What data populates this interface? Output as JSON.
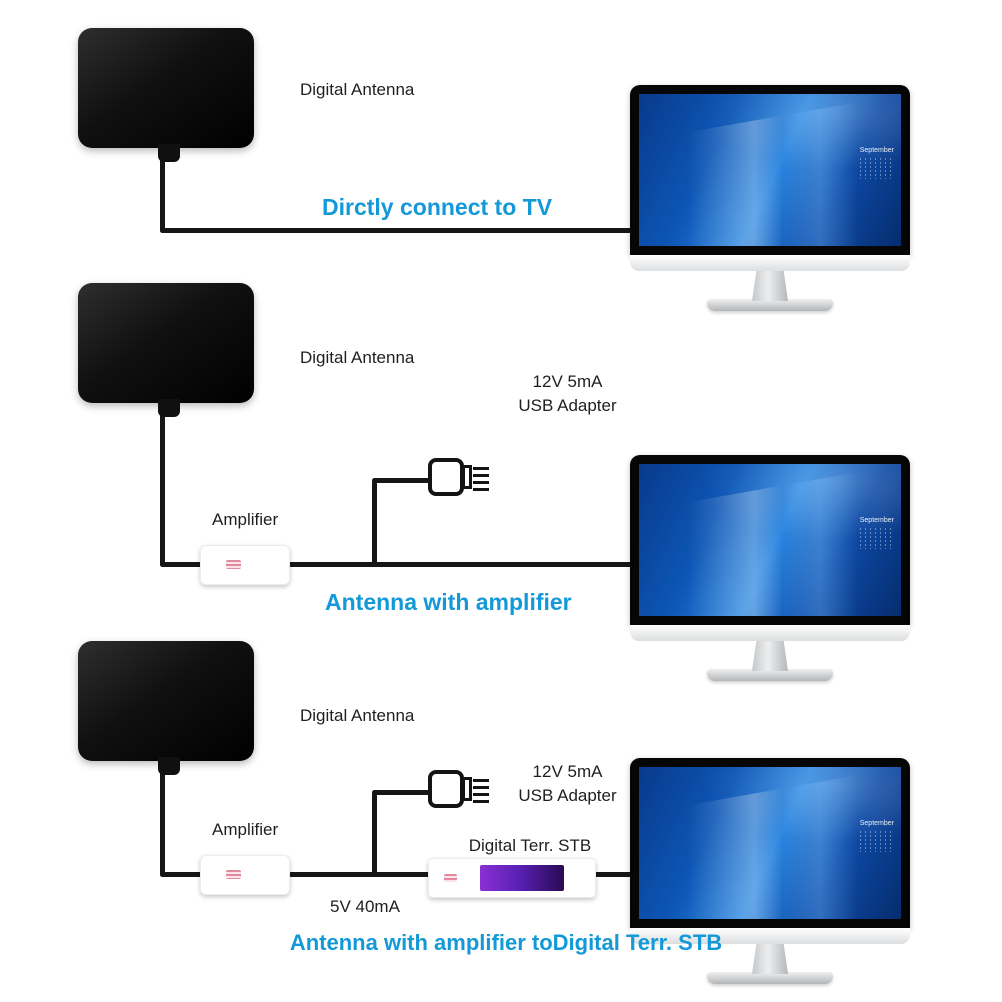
{
  "colors": {
    "caption_blue": "#1499d8",
    "screen_blue": "#0d56b5",
    "stb_purple": "#5b21b6",
    "cable_black": "#161616"
  },
  "sections": {
    "direct": {
      "antenna_label": "Digital Antenna",
      "caption": "Dirctly connect to TV",
      "monitor_calendar": "September"
    },
    "amplifier": {
      "antenna_label": "Digital Antenna",
      "adapter_line1": "12V 5mA",
      "adapter_line2": "USB Adapter",
      "amplifier_label": "Amplifier",
      "caption": "Antenna with amplifier",
      "monitor_calendar": "September"
    },
    "stb": {
      "antenna_label": "Digital Antenna",
      "adapter_line1": "12V 5mA",
      "adapter_line2": "USB Adapter",
      "amplifier_label": "Amplifier",
      "stb_label": "Digital Terr. STB",
      "power_label": "5V 40mA",
      "caption": "Antenna with amplifier toDigital Terr. STB",
      "monitor_calendar": "September"
    }
  }
}
